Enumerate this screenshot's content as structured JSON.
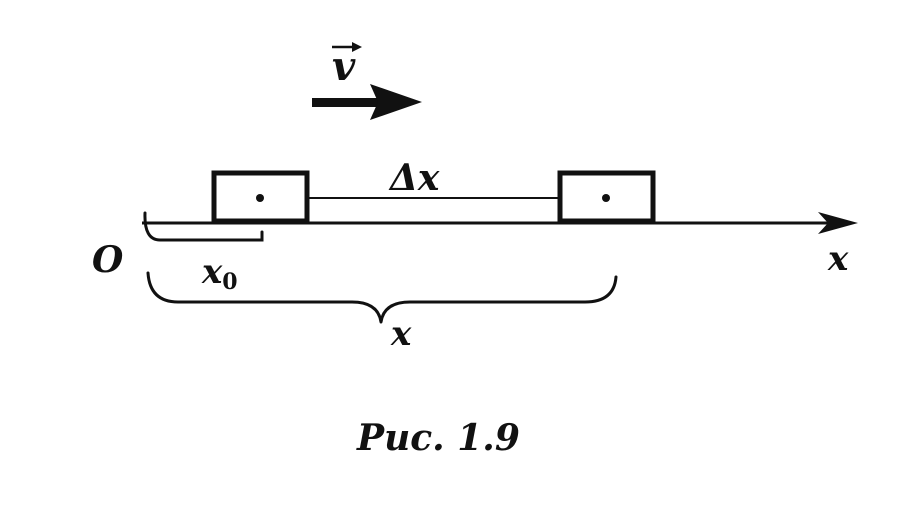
{
  "diagram": {
    "velocity_label": "v",
    "displacement_label": "Δx",
    "origin_label": "O",
    "axis_label": "x",
    "initial_position_label": "x",
    "initial_position_subscript": "0",
    "position_label": "x",
    "caption": "Рис. 1.9"
  },
  "colors": {
    "ink": "#111111",
    "background": "#ffffff"
  }
}
